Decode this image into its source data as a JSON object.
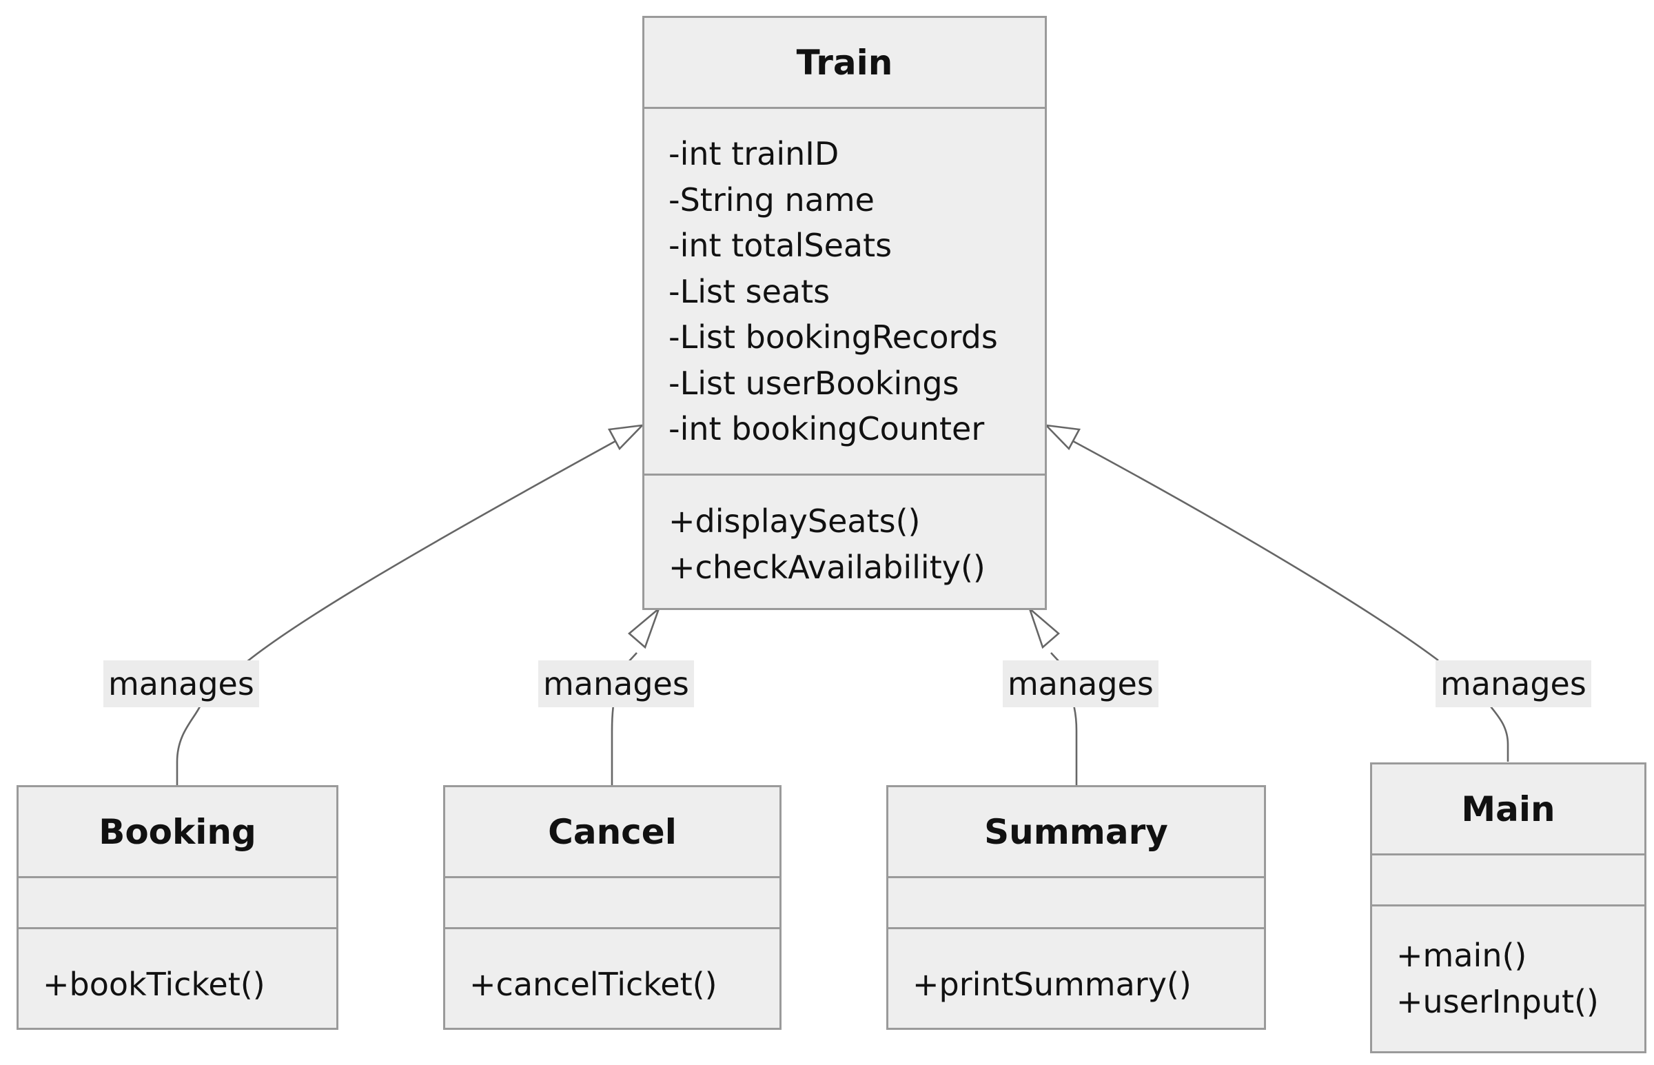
{
  "classes": {
    "train": {
      "name": "Train",
      "attributes": [
        "-int trainID",
        "-String name",
        "-int totalSeats",
        "-List seats",
        "-List bookingRecords",
        "-List userBookings",
        "-int bookingCounter"
      ],
      "methods": [
        "+displaySeats()",
        "+checkAvailability()"
      ]
    },
    "booking": {
      "name": "Booking",
      "attributes": [],
      "methods": [
        "+bookTicket()"
      ]
    },
    "cancel": {
      "name": "Cancel",
      "attributes": [],
      "methods": [
        "+cancelTicket()"
      ]
    },
    "summary": {
      "name": "Summary",
      "attributes": [],
      "methods": [
        "+printSummary()"
      ]
    },
    "main": {
      "name": "Main",
      "attributes": [],
      "methods": [
        "+main()",
        "+userInput()"
      ]
    }
  },
  "relations": [
    {
      "from": "Booking",
      "to": "Train",
      "type": "inheritance",
      "label": "manages"
    },
    {
      "from": "Cancel",
      "to": "Train",
      "type": "inheritance",
      "label": "manages"
    },
    {
      "from": "Summary",
      "to": "Train",
      "type": "inheritance",
      "label": "manages"
    },
    {
      "from": "Main",
      "to": "Train",
      "type": "inheritance",
      "label": "manages"
    }
  ],
  "colors": {
    "box_fill": "#eeeeee",
    "box_border": "#9a9a9a",
    "edge": "#666666",
    "label_bg": "#ececec",
    "text": "#111111"
  }
}
